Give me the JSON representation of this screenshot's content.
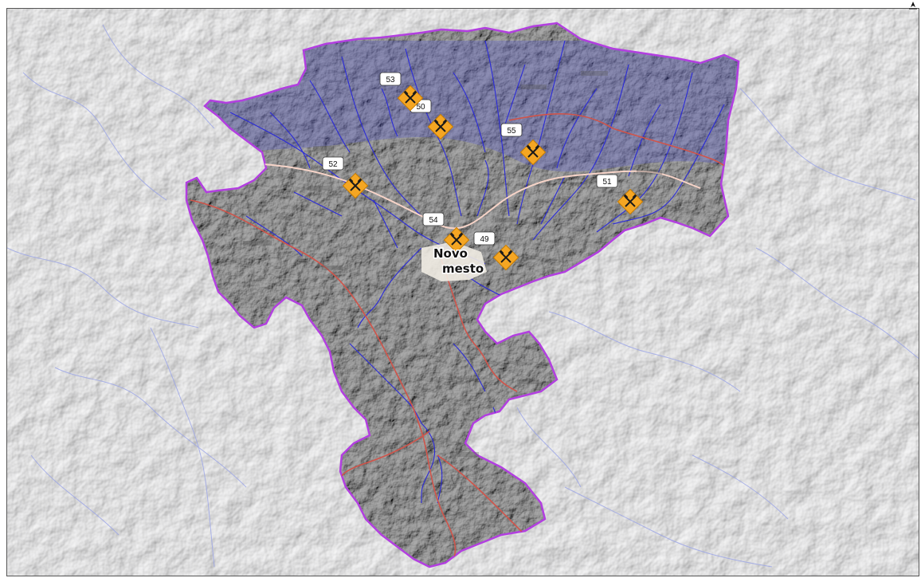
{
  "map": {
    "city": {
      "line1": "Novo",
      "line2": "mesto"
    },
    "road_numbers": [
      "53",
      "50",
      "55",
      "52",
      "51",
      "54",
      "49"
    ],
    "mine_symbol": "crossed-hammers-icon",
    "colors": {
      "region_fill": "#7a7a7a",
      "region_border": "#b23fe0",
      "rivers": "#2a2ad8",
      "roads": "#d0544a",
      "background_relief": "#e3e3e6",
      "mine_marker": "#f5a623"
    }
  }
}
